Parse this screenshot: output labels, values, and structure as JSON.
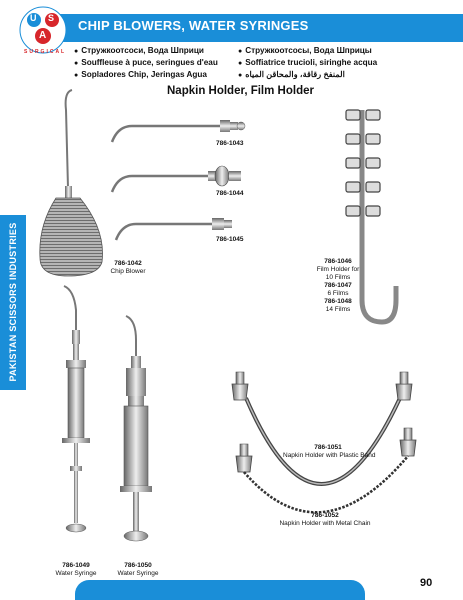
{
  "header": {
    "title": "CHIP BLOWERS, WATER SYRINGES",
    "logo_letters": [
      "U",
      "S",
      "A"
    ],
    "logo_arc": "SURGICAL"
  },
  "languages": {
    "left": [
      "Стружкоотсоси, Вода Шприци",
      "Souffleuse à puce, seringues d'eau",
      "Sopladores Chip, Jeringas Agua"
    ],
    "right": [
      "Стружкоотсосы, Вода Шприцы",
      "Soffiatrice trucioli, siringhe acqua",
      "المنفخ رقاقة، والمحاقن المياه"
    ]
  },
  "section_title": "Napkin Holder, Film Holder",
  "side_label": "PAKISTAN SCISSORS INDUSTRIES",
  "page_number": "90",
  "products": {
    "p1043": {
      "code": "786-1043"
    },
    "p1044": {
      "code": "786-1044"
    },
    "p1045": {
      "code": "786-1045"
    },
    "p1042": {
      "code": "786-1042",
      "desc": "Chip Blower"
    },
    "film": {
      "c1": "786-1046",
      "d1": "Film Holder for",
      "d1b": "10 Films",
      "c2": "786-1047",
      "d2": "6 Films",
      "c3": "786-1048",
      "d3": "14 Films"
    },
    "p1049": {
      "code": "786-1049",
      "desc": "Water Syringe"
    },
    "p1050": {
      "code": "786-1050",
      "desc": "Water Syringe"
    },
    "p1051": {
      "code": "786-1051",
      "desc": "Napkin Holder with Plastic Band"
    },
    "p1052": {
      "code": "786-1052",
      "desc": "Napkin Holder with Metal Chain"
    }
  },
  "colors": {
    "accent": "#1a8ed8",
    "logo_red": "#d7262b"
  }
}
